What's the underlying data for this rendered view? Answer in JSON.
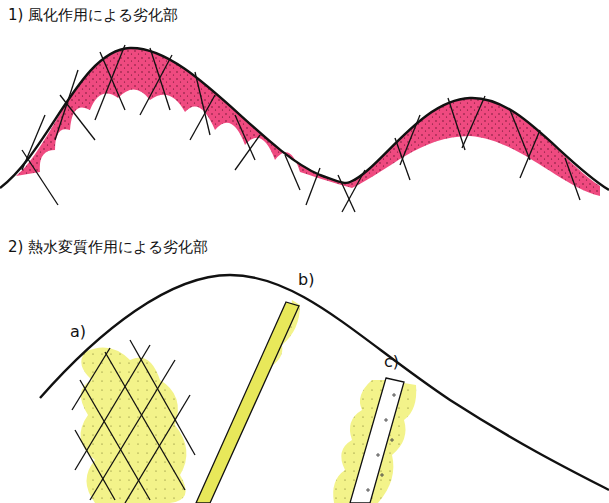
{
  "diagram": {
    "labels": [
      "1) 風化作用による劣化部",
      "2) 熱水変質作用による劣化部",
      "a)",
      "b)",
      "c)"
    ]
  }
}
